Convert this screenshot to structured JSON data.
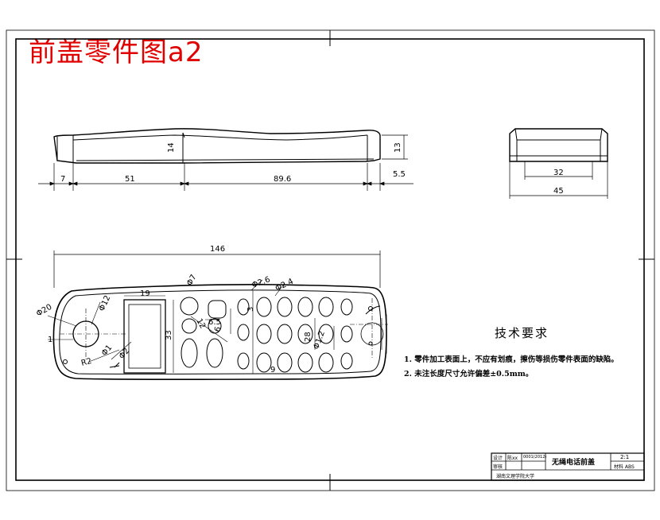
{
  "drawing_title": "前盖零件图a2",
  "colors": {
    "title": "#e00000",
    "line": "#000000",
    "paper": "#ffffff"
  },
  "dimensions": {
    "d7": "7",
    "d51": "51",
    "d89_6": "89.6",
    "d5_5": "5.5",
    "d14": "14",
    "d13": "13",
    "d32": "32",
    "d45": "45",
    "d146": "146",
    "d19": "19",
    "d33": "33",
    "d28": "28",
    "d9": "9",
    "phi20": "Φ20",
    "phi12": "Φ12",
    "phi7": "Φ7",
    "phi2_6": "Φ2.6",
    "phi2_4": "Φ2.4",
    "phi1_2": "Φ1.2",
    "phi2": "Φ2",
    "phi1": "Φ1",
    "r1": "1",
    "r2": "R2",
    "d6_5": "6.5",
    "d6": "6",
    "d12": "12",
    "d3": "3"
  },
  "tech_requirements": {
    "title": "技术要求",
    "notes": [
      "1. 零件加工表面上，不应有划痕，擦伤等损伤零件表面的缺陷。",
      "2. 未注长度尺寸允许偏差±0.5mm。"
    ]
  },
  "title_block": {
    "part_name": "无绳电话前盖",
    "scale": "2:1",
    "material": "材料 ABS",
    "school": "湖南文理学院大学",
    "design_label": "设计",
    "check_label": "审核",
    "designer": "陈xx",
    "code": "0001(2012)"
  }
}
